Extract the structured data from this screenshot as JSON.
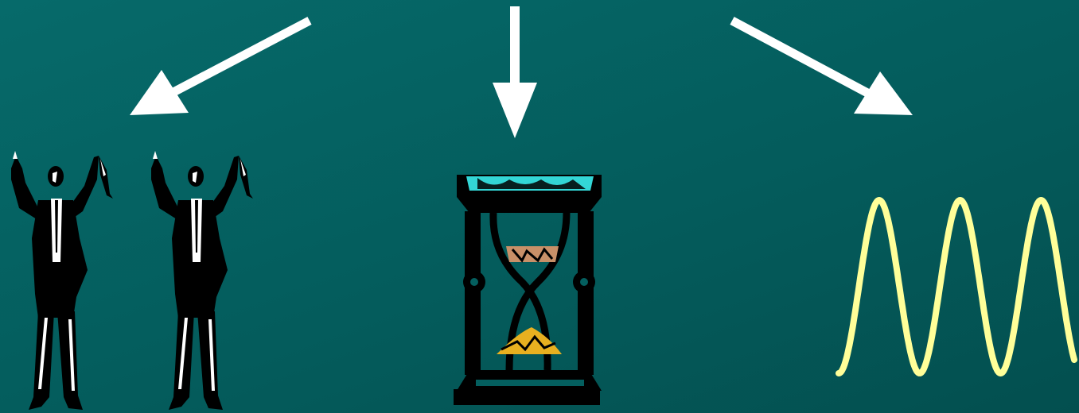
{
  "slide": {
    "background_color": "#045f5f",
    "arrow_color": "#ffffff",
    "arrows": [
      {
        "name": "arrow-down-left",
        "direction": "down-left"
      },
      {
        "name": "arrow-down",
        "direction": "down"
      },
      {
        "name": "arrow-down-right",
        "direction": "down-right"
      }
    ],
    "illustrations": [
      {
        "name": "two-businessmen-clipart",
        "icon": "businessman-icon",
        "count": 2,
        "color": "#000000"
      },
      {
        "name": "hourglass-clipart",
        "icon": "hourglass-icon",
        "colors": {
          "frame": "#000000",
          "top_sand": "#33d6d6",
          "middle_sand": "#c89068",
          "bottom_sand": "#e8b020"
        }
      },
      {
        "name": "sine-wave-clipart",
        "icon": "sine-wave-icon",
        "cycles": 3,
        "color": "#ffff99"
      }
    ]
  }
}
